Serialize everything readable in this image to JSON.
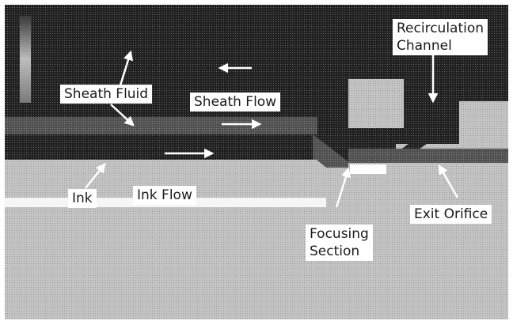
{
  "labels": {
    "sheath_fluid": "Sheath Fluid",
    "sheath_flow": "Sheath Flow",
    "recirculation_line1": "Recirculation",
    "recirculation_line2": "Channel",
    "ink": "Ink",
    "ink_flow": "Ink Flow",
    "exit_orifice": "Exit Orifice",
    "focusing_line1": "Focusing",
    "focusing_line2": "Section"
  },
  "colors": {
    "background_gray": "#c8c8c8",
    "dark_region": "#1e1e1e",
    "mid_band": "#5a5a5a",
    "ink_band": "#3a3a3a",
    "lower_gray": "#cfcfcf",
    "arrow_white": "#ffffff"
  }
}
